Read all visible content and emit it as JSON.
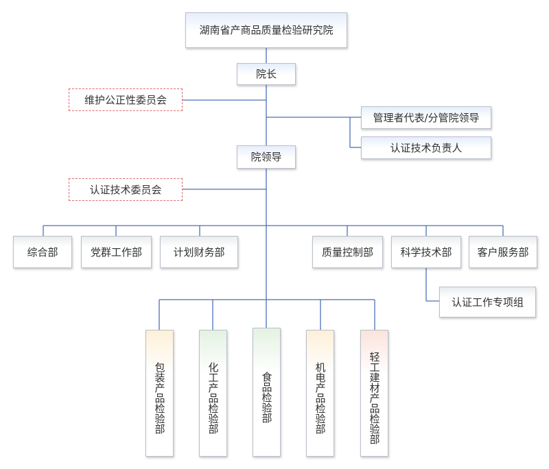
{
  "org": {
    "root": "湖南省产商品质量检验研究院",
    "president": "院长",
    "fairness_committee": "维护公正性委员会",
    "management_rep": "管理者代表/分管院领导",
    "cert_tech_lead": "认证技术负责人",
    "leadership": "院领导",
    "cert_tech_committee": "认证技术委员会",
    "departments": {
      "general": "综合部",
      "party": "党群工作部",
      "finance": "计划财务部",
      "quality": "质量控制部",
      "science": "科学技术部",
      "customer": "客户服务部"
    },
    "cert_special_group": "认证工作专项组",
    "inspection": {
      "packaging": "包装产品检验部",
      "chemical": "化工产品检验部",
      "food": "食品检验部",
      "electromech": "机电产品检验部",
      "light": "轻工建材产品检验部"
    }
  },
  "colors": {
    "connector": "#4a6fb8",
    "dashed_border": "#e06a6a",
    "node_border": "#b9bfc9"
  }
}
